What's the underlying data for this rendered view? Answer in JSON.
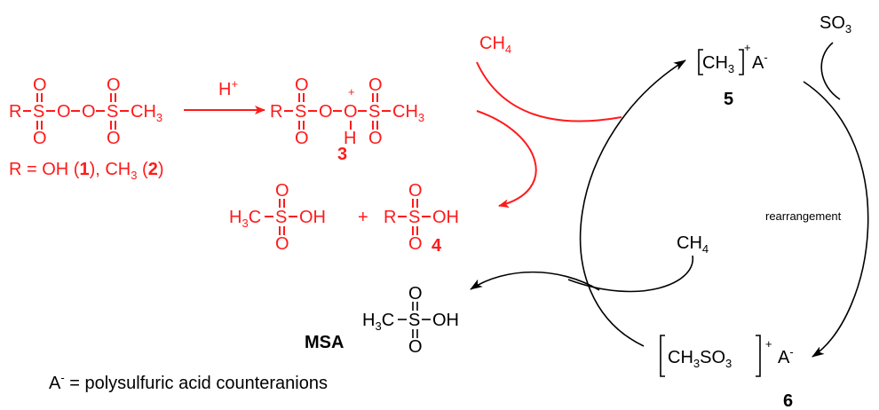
{
  "colors": {
    "red": "#ff1a1a",
    "black": "#000000",
    "background": "#ffffff"
  },
  "peroxide": {
    "r": "R",
    "s": "S",
    "o": "O",
    "ch": "CH",
    "sub": "3"
  },
  "reagent_h": {
    "h": "H",
    "plus": "+"
  },
  "intermediate": {
    "r": "R",
    "s": "S",
    "o": "O",
    "h": "H",
    "plus": "+",
    "ch": "CH",
    "sub": "3",
    "label": "3"
  },
  "r_definition": {
    "prefix": "R = OH (",
    "n1": "1",
    "mid": "), CH",
    "sub": "3",
    "open2": " (",
    "n2": "2",
    "close": ")"
  },
  "methane_top": {
    "ch": "CH",
    "sub": "4"
  },
  "product_msa_red": {
    "h": "H",
    "sub": "3",
    "c": "C",
    "s": "S",
    "o": "O",
    "oh": "OH"
  },
  "plus_sign": "+",
  "product_4": {
    "r": "R",
    "s": "S",
    "o": "O",
    "oh": "OH",
    "label": "4"
  },
  "so3": {
    "so": "SO",
    "sub": "3"
  },
  "cation_5": {
    "ch": "CH",
    "sub": "3",
    "plus": "+",
    "a": "A",
    "minus": "-",
    "label": "5"
  },
  "rearrangement": "rearrangement",
  "methane_mid": {
    "ch": "CH",
    "sub": "4"
  },
  "cation_6": {
    "ch": "CH",
    "sub3a": "3",
    "so": "SO",
    "sub3b": "3",
    "plus": "+",
    "a": "A",
    "minus": "-",
    "label": "6"
  },
  "msa": {
    "h": "H",
    "sub": "3",
    "c": "C",
    "s": "S",
    "o": "O",
    "oh": "OH",
    "label": "MSA"
  },
  "counteranion_note": {
    "a": "A",
    "minus": "-",
    "text": " = polysulfuric acid counteranions"
  }
}
